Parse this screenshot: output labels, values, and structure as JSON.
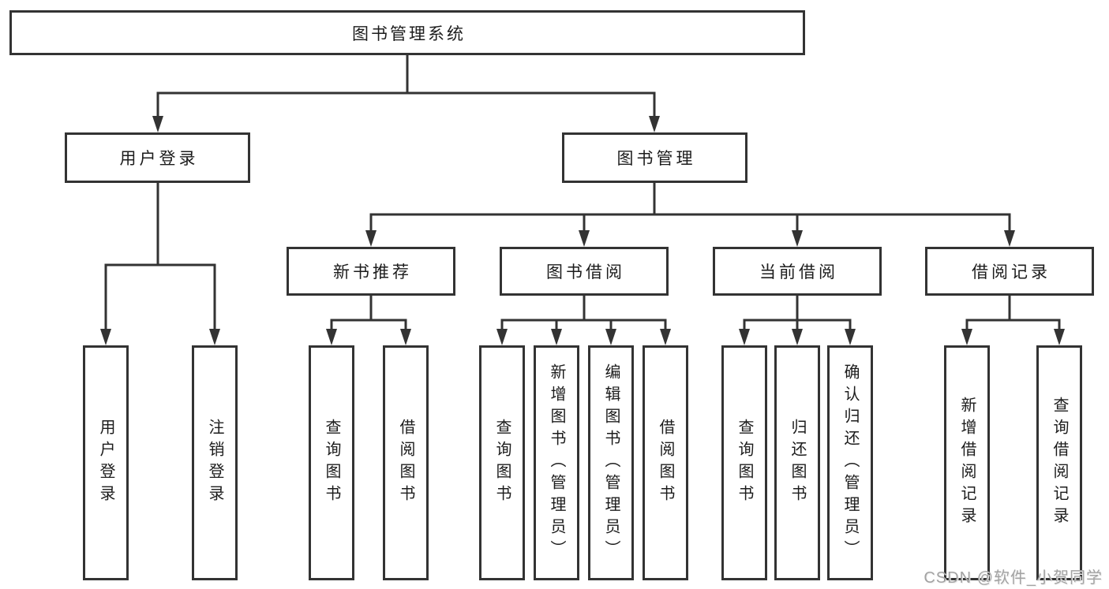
{
  "diagram": {
    "root": {
      "label": "图书管理系统"
    },
    "level2": [
      {
        "label": "用户登录"
      },
      {
        "label": "图书管理"
      }
    ],
    "level3": [
      {
        "label": "新书推荐",
        "parent": "图书管理"
      },
      {
        "label": "图书借阅",
        "parent": "图书管理"
      },
      {
        "label": "当前借阅",
        "parent": "图书管理"
      },
      {
        "label": "借阅记录",
        "parent": "图书管理"
      }
    ],
    "leaves": [
      {
        "label": "用户登录",
        "parent": "用户登录"
      },
      {
        "label": "注销登录",
        "parent": "用户登录"
      },
      {
        "label": "查询图书",
        "parent": "新书推荐"
      },
      {
        "label": "借阅图书",
        "parent": "新书推荐"
      },
      {
        "label": "查询图书",
        "parent": "图书借阅"
      },
      {
        "label": "新增图书（管理员）",
        "parent": "图书借阅"
      },
      {
        "label": "编辑图书（管理员）",
        "parent": "图书借阅"
      },
      {
        "label": "借阅图书",
        "parent": "图书借阅"
      },
      {
        "label": "查询图书",
        "parent": "当前借阅"
      },
      {
        "label": "归还图书",
        "parent": "当前借阅"
      },
      {
        "label": "确认归还（管理员）",
        "parent": "当前借阅"
      },
      {
        "label": "新增借阅记录",
        "parent": "借阅记录"
      },
      {
        "label": "查询借阅记录",
        "parent": "借阅记录"
      }
    ]
  },
  "watermark": {
    "text": "CSDN @软件_小贺同学"
  },
  "colors": {
    "line": "#333333",
    "box_border": "#333333",
    "text": "#1c1c1c",
    "watermark": "#a3a3a3",
    "background": "#ffffff"
  }
}
